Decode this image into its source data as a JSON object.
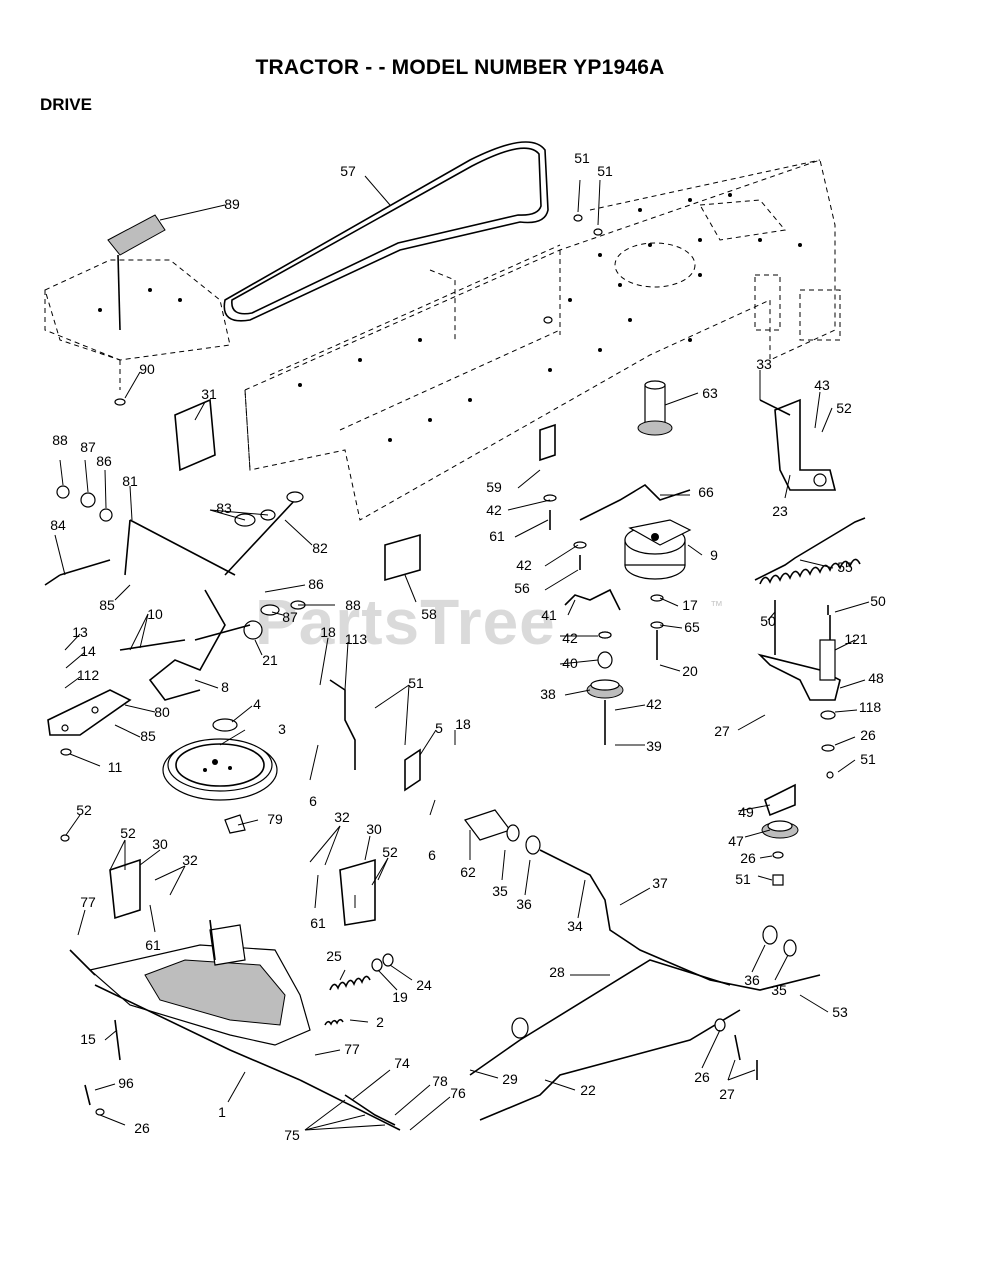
{
  "title": "TRACTOR - - MODEL NUMBER YP1946A",
  "section": "DRIVE",
  "watermark": "PartsTree",
  "watermark_tm": "™",
  "callouts": [
    "57",
    "51",
    "51",
    "89",
    "90",
    "31",
    "63",
    "33",
    "43",
    "52",
    "23",
    "88",
    "87",
    "86",
    "81",
    "83",
    "82",
    "84",
    "85",
    "86",
    "88",
    "87",
    "21",
    "59",
    "42",
    "61",
    "66",
    "42",
    "56",
    "9",
    "55",
    "58",
    "41",
    "17",
    "65",
    "50",
    "50",
    "121",
    "42",
    "40",
    "20",
    "10",
    "13",
    "14",
    "112",
    "8",
    "18",
    "113",
    "51",
    "5",
    "18",
    "80",
    "85",
    "4",
    "3",
    "38",
    "42",
    "39",
    "48",
    "27",
    "118",
    "26",
    "51",
    "11",
    "6",
    "6",
    "52",
    "79",
    "32",
    "30",
    "52",
    "30",
    "32",
    "52",
    "61",
    "61",
    "62",
    "35",
    "36",
    "34",
    "37",
    "49",
    "47",
    "26",
    "51",
    "77",
    "25",
    "24",
    "19",
    "2",
    "15",
    "28",
    "36",
    "35",
    "53",
    "77",
    "29",
    "22",
    "26",
    "27",
    "96",
    "74",
    "78",
    "76",
    "75",
    "1",
    "26"
  ]
}
